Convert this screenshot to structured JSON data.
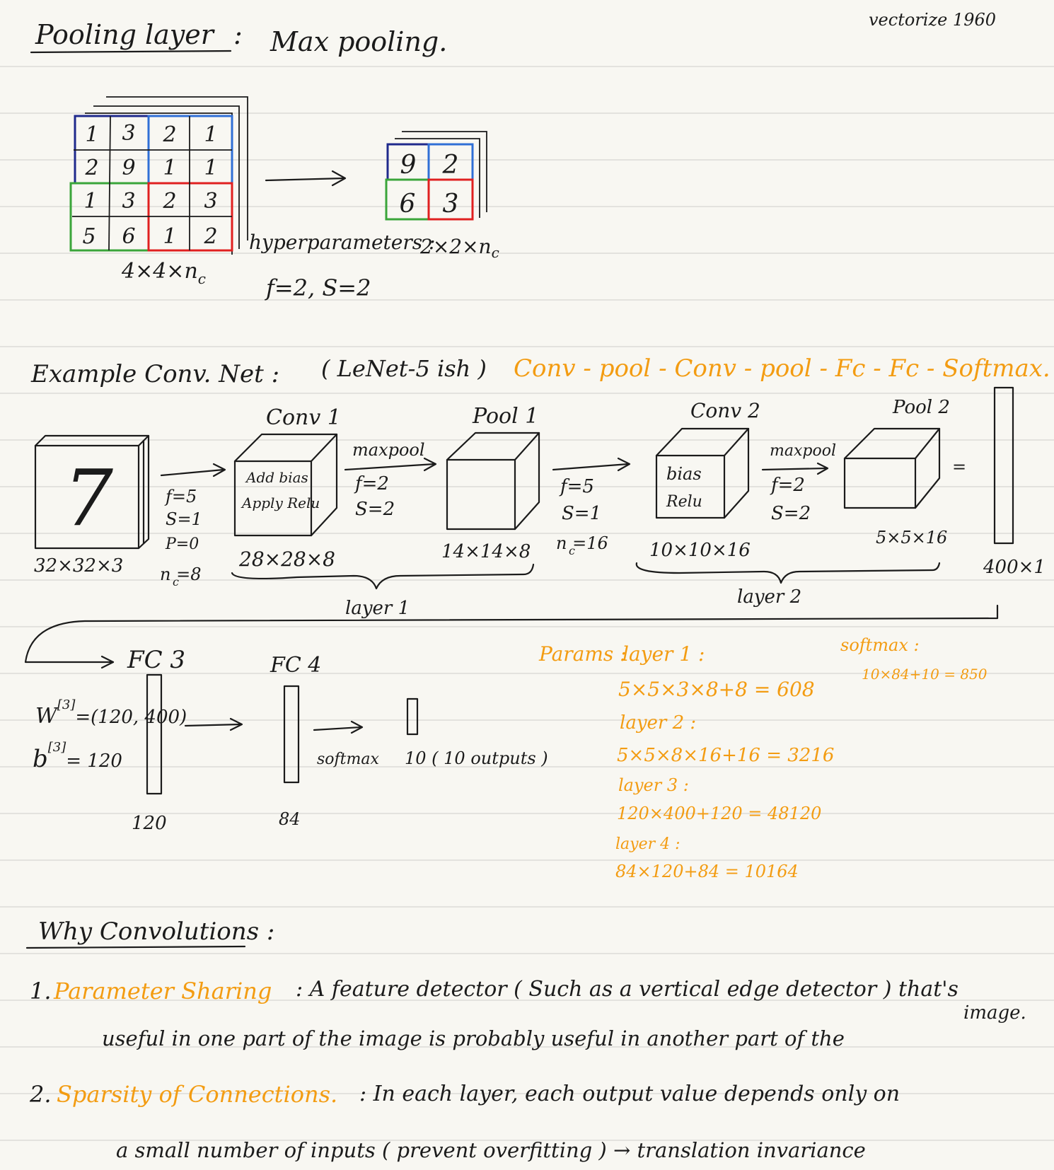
{
  "corner_note": "vectorize 1960",
  "pooling": {
    "title": "Pooling layer",
    "colon": ":",
    "subtitle": "Max pooling.",
    "grid": [
      [
        "1",
        "3",
        "2",
        "1"
      ],
      [
        "2",
        "9",
        "1",
        "1"
      ],
      [
        "1",
        "3",
        "2",
        "3"
      ],
      [
        "5",
        "6",
        "1",
        "2"
      ]
    ],
    "output": [
      [
        "9",
        "2"
      ],
      [
        "6",
        "3"
      ]
    ],
    "input_dim": "4×4×n",
    "input_dim_sub": "c",
    "output_dim": "2×2×n",
    "output_dim_sub": "c",
    "hyper_label": "hyperparameters :",
    "hyper_values": "f=2, S=2",
    "quadrant_colors": {
      "top_left": "#1f2a8c",
      "top_right": "#2f6fd6",
      "bottom_left": "#3aa53a",
      "bottom_right": "#e02020"
    }
  },
  "example": {
    "title": "Example Conv. Net :",
    "subtitle": "( LeNet-5 ish )",
    "sequence": "Conv - pool - Conv - pool - Fc - Fc - Softmax.",
    "input_digit": "7",
    "input_dim": "32×32×3",
    "conv1_params": [
      "f=5",
      "S=1",
      "P=0",
      "n  =8"
    ],
    "conv1_sub": "c",
    "conv1_title": "Conv 1",
    "conv1_box": [
      "Add bias",
      "Apply Relu"
    ],
    "conv1_dim": "28×28×8",
    "maxpool1": [
      "maxpool",
      "f=2",
      "S=2"
    ],
    "pool1_title": "Pool 1",
    "pool1_dim": "14×14×8",
    "conv2_params": [
      "f=5",
      "S=1",
      "n  =16"
    ],
    "conv2_sub": "c",
    "conv2_title": "Conv 2",
    "conv2_box": [
      "bias",
      "Relu"
    ],
    "conv2_dim": "10×10×16",
    "maxpool2": [
      "maxpool",
      "f=2",
      "S=2"
    ],
    "pool2_title": "Pool 2",
    "pool2_dim": "5×5×16",
    "equals": "=",
    "flat_dim": "400×1",
    "layer1_label": "layer 1",
    "layer2_label": "layer 2"
  },
  "fc": {
    "fc3_title": "FC 3",
    "w_label": "W",
    "w_sup": "[3]",
    "w_value": "=(120, 400)",
    "b_label": "b",
    "b_sup": "[3]",
    "b_value": "= 120",
    "fc3_dim": "120",
    "fc4_title": "FC 4",
    "fc4_dim": "84",
    "softmax_label": "softmax",
    "output_label": "10 ( 10 outputs )"
  },
  "params": {
    "title": "Params :",
    "layer1_label": "layer 1 :",
    "layer1_eq": "5×5×3×8+8 = 608",
    "layer2_label": "layer 2 :",
    "layer2_eq": "5×5×8×16+16 = 3216",
    "layer3_label": "layer 3 :",
    "layer3_eq": "120×400+120 = 48120",
    "layer4_label": "layer 4 :",
    "layer4_eq": "84×120+84 = 10164",
    "softmax_label": "softmax :",
    "softmax_eq": "10×84+10 = 850"
  },
  "why": {
    "title": "Why Convolutions :",
    "p1_num": "1.",
    "p1_heading": "Parameter Sharing",
    "p1_line1": ": A feature detector ( Such as a vertical edge detector ) that's",
    "p1_insert": "image.",
    "p1_line2": "useful in one part of the image is probably useful in another part of the",
    "p2_num": "2.",
    "p2_heading": "Sparsity of Connections.",
    "p2_line1": ": In each layer, each output value depends only on",
    "p2_line2": "a small number of inputs ( prevent overfitting ) → translation invariance"
  },
  "colors": {
    "ink": "#1b1b1b",
    "highlight": "#f39c12",
    "paper": "#f8f7f2"
  }
}
